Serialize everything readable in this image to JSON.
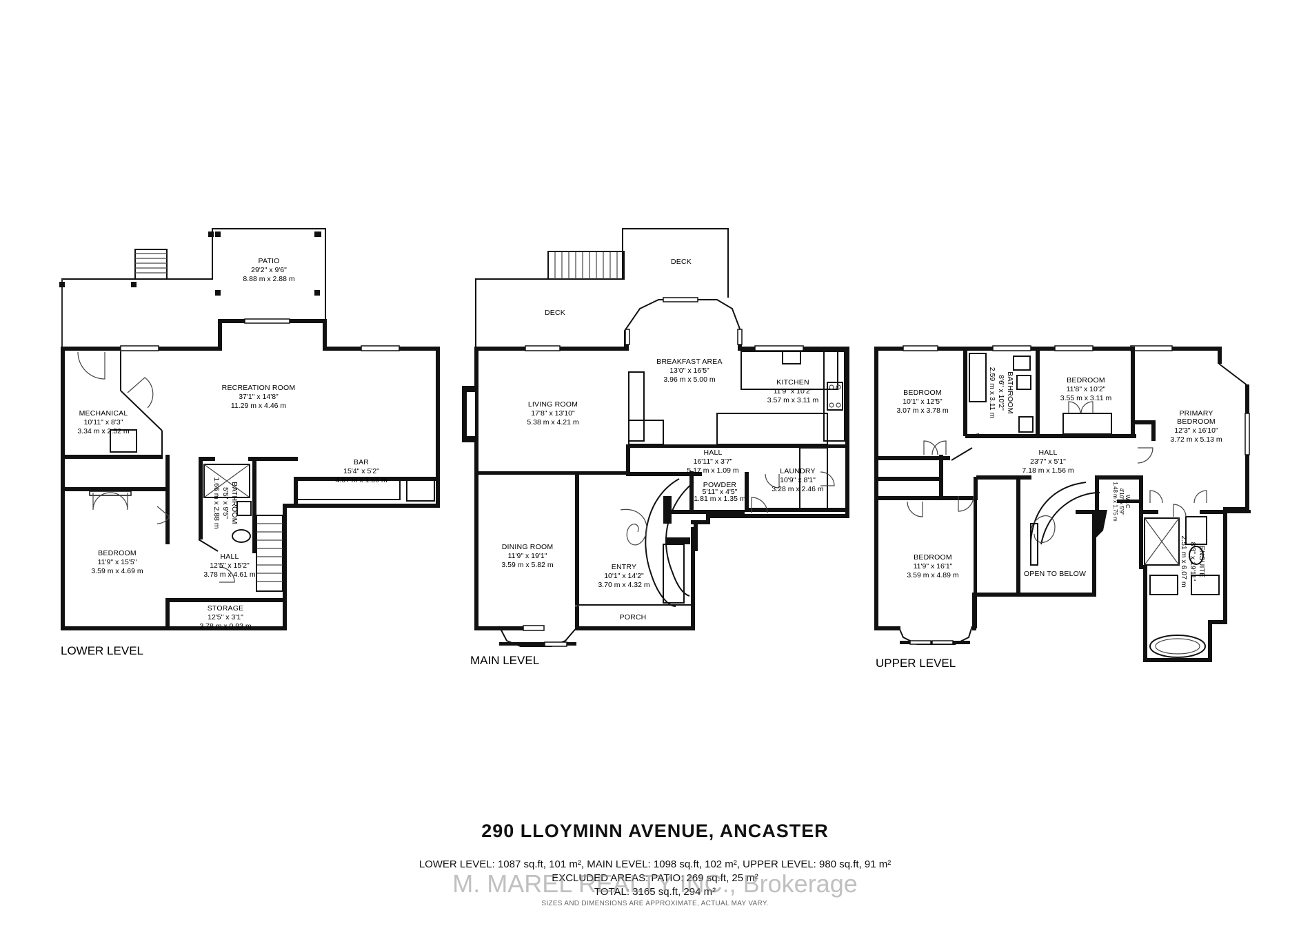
{
  "levels": {
    "lower": "LOWER LEVEL",
    "main": "MAIN LEVEL",
    "upper": "UPPER LEVEL"
  },
  "lower_rooms": {
    "patio": {
      "name": "PATIO",
      "imperial": "29'2\" x 9'6\"",
      "metric": "8.88 m x 2.88 m"
    },
    "recreation": {
      "name": "RECREATION ROOM",
      "imperial": "37'1\" x 14'8\"",
      "metric": "11.29 m x 4.46 m"
    },
    "mechanical": {
      "name": "MECHANICAL",
      "imperial": "10'11\" x 8'3\"",
      "metric": "3.34 m x 2.52 m"
    },
    "bathroom": {
      "name": "BATHROOM",
      "imperial": "5'5\" x 9'5\"",
      "metric": "1.66 m x 2.88 m"
    },
    "bar": {
      "name": "BAR",
      "imperial": "15'4\" x 5'2\"",
      "metric": "4.67 m x 1.56 m"
    },
    "bedroom": {
      "name": "BEDROOM",
      "imperial": "11'9\" x 15'5\"",
      "metric": "3.59 m x 4.69 m"
    },
    "hall": {
      "name": "HALL",
      "imperial": "12'5\" x 15'2\"",
      "metric": "3.78 m x 4.61 m"
    },
    "storage": {
      "name": "STORAGE",
      "imperial": "12'5\" x 3'1\"",
      "metric": "3.78 m x 0.93 m"
    }
  },
  "main_rooms": {
    "deck_upper": {
      "name": "DECK"
    },
    "deck_lower": {
      "name": "DECK"
    },
    "breakfast": {
      "name": "BREAKFAST AREA",
      "imperial": "13'0\" x 16'5\"",
      "metric": "3.96 m x 5.00 m"
    },
    "kitchen": {
      "name": "KITCHEN",
      "imperial": "11'9\" x 10'2\"",
      "metric": "3.57 m x 3.11 m"
    },
    "living": {
      "name": "LIVING ROOM",
      "imperial": "17'8\" x 13'10\"",
      "metric": "5.38 m x 4.21 m"
    },
    "hall": {
      "name": "HALL",
      "imperial": "16'11\" x 3'7\"",
      "metric": "5.17 m x 1.09 m"
    },
    "laundry": {
      "name": "LAUNDRY",
      "imperial": "10'9\" x 8'1\"",
      "metric": "3.28 m x 2.46 m"
    },
    "powder": {
      "name": "POWDER",
      "imperial": "5'11\" x 4'5\"",
      "metric": "1.81 m x 1.35 m"
    },
    "dining": {
      "name": "DINING ROOM",
      "imperial": "11'9\" x 19'1\"",
      "metric": "3.59 m x 5.82 m"
    },
    "entry": {
      "name": "ENTRY",
      "imperial": "10'1\" x 14'2\"",
      "metric": "3.70 m x 4.32 m"
    },
    "porch": {
      "name": "PORCH"
    }
  },
  "upper_rooms": {
    "bedroom1": {
      "name": "BEDROOM",
      "imperial": "10'1\" x 12'5\"",
      "metric": "3.07 m x 3.78 m"
    },
    "bathroom": {
      "name": "BATHROOM",
      "imperial": "8'6\" x 10'2\"",
      "metric": "2.59 m x 3.11 m"
    },
    "bedroom2": {
      "name": "BEDROOM",
      "imperial": "11'8\" x 10'2\"",
      "metric": "3.55 m x 3.11 m"
    },
    "primary": {
      "name1": "PRIMARY",
      "name2": "BEDROOM",
      "imperial": "12'3\" x 16'10\"",
      "metric": "3.72 m x 5.13 m"
    },
    "hall": {
      "name": "HALL",
      "imperial": "23'7\" x 5'1\"",
      "metric": "7.18 m x 1.56 m"
    },
    "wic": {
      "name": "W.I.C",
      "imperial": "4'10\" x 5'9\"",
      "metric": "1.48 m x 1.75 m"
    },
    "bedroom3": {
      "name": "BEDROOM",
      "imperial": "11'9\" x 16'1\"",
      "metric": "3.59 m x 4.89 m"
    },
    "open": {
      "name": "OPEN TO BELOW"
    },
    "ensuite": {
      "name": "ENSUITE",
      "imperial": "8'3\" x 19'11\"",
      "metric": "2.51 m x 6.07 m"
    }
  },
  "footer": {
    "address": "290 LLOYMINN AVENUE, ANCASTER",
    "line1": "LOWER LEVEL: 1087 sq.ft, 101 m², MAIN LEVEL: 1098 sq.ft, 102 m², UPPER LEVEL: 980 sq.ft, 91 m²",
    "line2": "EXCLUDED AREAS: PATIO: 269 sq.ft, 25 m²",
    "line3": "TOTAL: 3165 sq.ft, 294 m²",
    "watermark": "M. MAREL REALTY INC., Brokerage",
    "disclaimer": "SIZES AND DIMENSIONS ARE APPROXIMATE, ACTUAL MAY VARY."
  }
}
